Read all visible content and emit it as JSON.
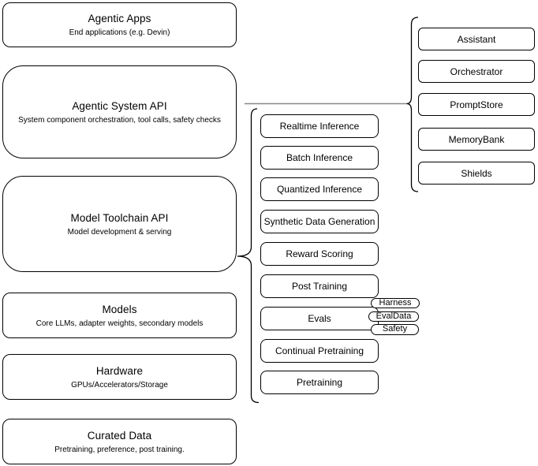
{
  "diagram": {
    "left_column": [
      {
        "title": "Agentic Apps",
        "subtitle": "End applications (e.g. Devin)"
      },
      {
        "title": "Agentic System API",
        "subtitle": "System component orchestration, tool calls, safety checks"
      },
      {
        "title": "Model Toolchain API",
        "subtitle": "Model development & serving"
      },
      {
        "title": "Models",
        "subtitle": "Core LLMs, adapter weights, secondary models"
      },
      {
        "title": "Hardware",
        "subtitle": "GPUs/Accelerators/Storage"
      },
      {
        "title": "Curated Data",
        "subtitle": "Pretraining, preference, post training."
      }
    ],
    "toolchain_group": [
      "Realtime Inference",
      "Batch Inference",
      "Quantized Inference",
      "Synthetic Data Generation",
      "Reward Scoring",
      "Post Training",
      "Evals",
      "Continual Pretraining",
      "Pretraining"
    ],
    "evals_tags": [
      "Harness",
      "EvalData",
      "Safety"
    ],
    "system_group": [
      "Assistant",
      "Orchestrator",
      "PromptStore",
      "MemoryBank",
      "Shields"
    ],
    "colors": {
      "stroke": "#000000",
      "background": "#ffffff",
      "connector_line": "#888888"
    }
  }
}
